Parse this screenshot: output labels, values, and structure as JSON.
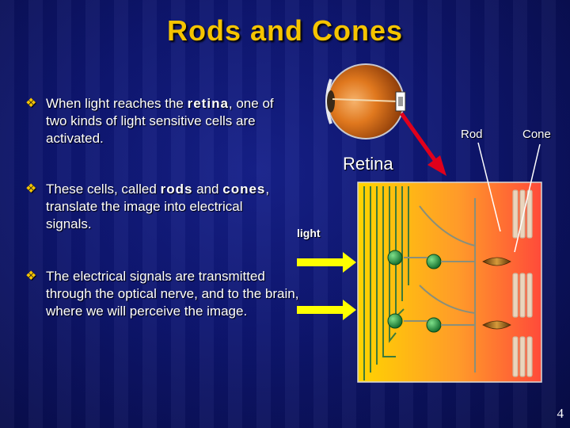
{
  "slide": {
    "title": "Rods and Cones",
    "page_number": "4"
  },
  "bullets": [
    {
      "pre": "When light reaches the ",
      "bold": "retina",
      "post": ", one of two kinds of light sensitive cells are activated."
    },
    {
      "pre": "These cells, called ",
      "bold": "rods",
      "mid": " and ",
      "bold2": "cones",
      "post": ", translate the image into electrical signals."
    },
    {
      "text": "The electrical signals are transmitted through the optical nerve, and to the brain, where we will perceive the image."
    }
  ],
  "diagram": {
    "label_rod": "Rod",
    "label_cone": "Cone",
    "label_retina": "Retina",
    "label_light": "light"
  },
  "colors": {
    "title": "#f5c400",
    "bullet_marker": "#f5c400",
    "arrow_red": "#e0001b",
    "light_arrow": "#ffff00"
  },
  "icons": {
    "bullet": "diamond-bullet-icon"
  }
}
